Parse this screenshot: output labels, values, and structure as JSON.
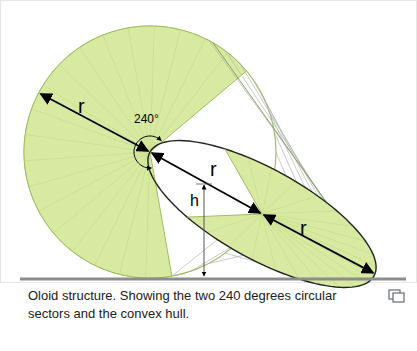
{
  "diagram": {
    "caption": "Oloid structure. Showing the two 240 degrees circular sectors and the convex hull.",
    "labels": [
      "r",
      "240°",
      "r",
      "h",
      "r"
    ]
  }
}
